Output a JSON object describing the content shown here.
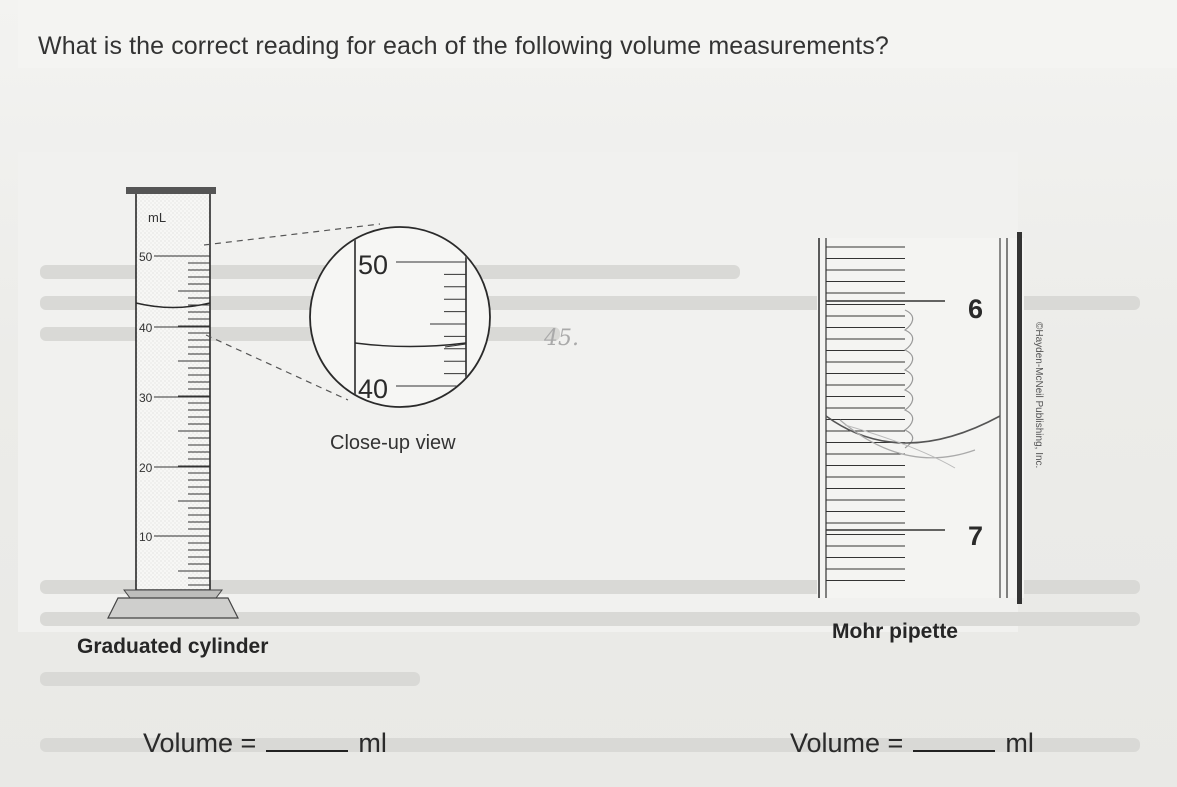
{
  "question": "What is the correct reading for each of the following volume measurements?",
  "cylinder": {
    "unit_label": "mL",
    "scale_labels": [
      "50",
      "40",
      "30",
      "20",
      "10"
    ],
    "caption": "Graduated cylinder"
  },
  "closeup": {
    "labels": [
      "50",
      "40"
    ],
    "caption": "Close-up view"
  },
  "pipette": {
    "labels": [
      "6",
      "7"
    ],
    "publisher": "©Hayden-McNeil Publishing, Inc.",
    "caption": "Mohr pipette"
  },
  "answers": [
    {
      "prefix": "Volume =",
      "unit": "ml"
    },
    {
      "prefix": "Volume =",
      "unit": "ml"
    }
  ],
  "handwriting": "45."
}
